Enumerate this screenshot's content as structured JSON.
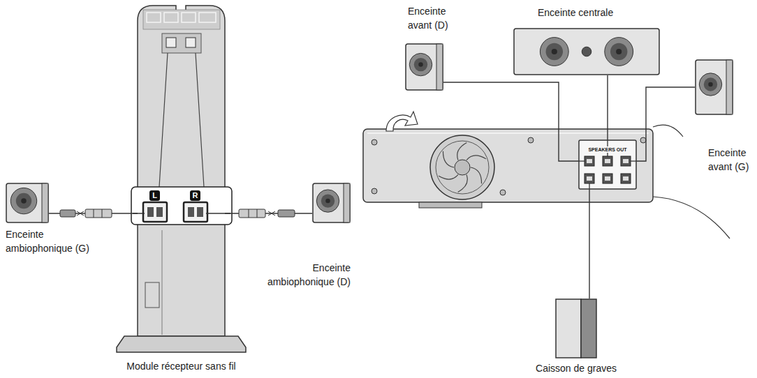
{
  "diagram": {
    "nodes": [
      {
        "text": [
          "Module récepteur sans fil"
        ]
      },
      {
        "text": [
          "Enceinte ambiophonique (G)"
        ]
      },
      {
        "text": [
          "Enceinte ambiophonique (D)"
        ]
      },
      {
        "text": [
          "Enceinte avant (D)"
        ]
      },
      {
        "text": [
          "Enceinte centrale"
        ]
      },
      {
        "text": [
          "Enceinte avant (G)"
        ]
      },
      {
        "text": [
          "SPEAKERS OUT"
        ]
      },
      {
        "text": [
          "Caisson de graves"
        ]
      }
    ],
    "edges": [
      {
        "from": 1,
        "to": 0,
        "arrow": "none"
      },
      {
        "from": 2,
        "to": 0,
        "arrow": "none"
      },
      {
        "from": 3,
        "to": 6,
        "arrow": "none"
      },
      {
        "from": 4,
        "to": 6,
        "arrow": "none"
      },
      {
        "from": 5,
        "to": 6,
        "arrow": "none"
      },
      {
        "from": 7,
        "to": 6,
        "arrow": "none"
      }
    ],
    "labels": [
      "L",
      "R"
    ]
  }
}
